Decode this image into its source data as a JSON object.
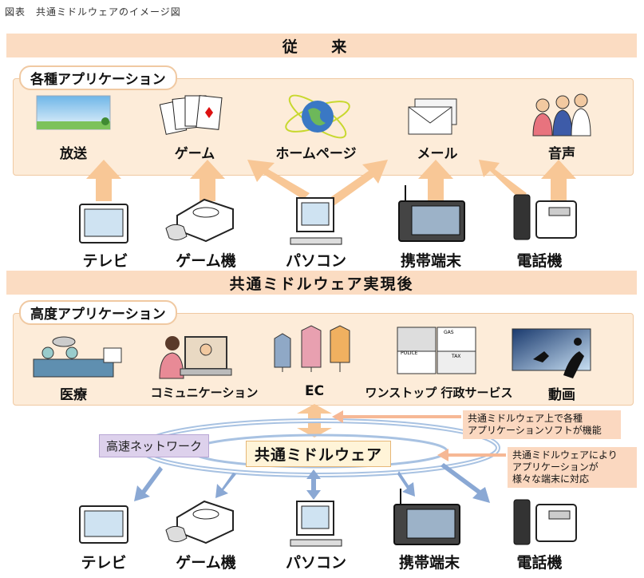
{
  "caption": "図表　共通ミドルウェアのイメージ図",
  "top": {
    "band": "従 来",
    "panel_label": "各種アプリケーション",
    "apps": [
      "放送",
      "ゲーム",
      "ホームページ",
      "メール",
      "音声"
    ],
    "devices": [
      "テレビ",
      "ゲーム機",
      "パソコン",
      "携帯端末",
      "電話機"
    ]
  },
  "bottom": {
    "band": "共通ミドルウェア実現後",
    "panel_label": "高度アプリケーション",
    "apps": [
      "医療",
      "コミュニケーション",
      "EC",
      "ワンストップ 行政サービス",
      "動画"
    ],
    "network_label": "高速ネットワーク",
    "middleware_label": "共通ミドルウェア",
    "note1": [
      "共通ミドルウェア上で各種",
      "アプリケーションソフトが機能"
    ],
    "note2": [
      "共通ミドルウェアにより",
      "アプリケーションが",
      "様々な端末に対応"
    ],
    "devices": [
      "テレビ",
      "ゲーム機",
      "パソコン",
      "携帯端末",
      "電話機"
    ]
  },
  "mini_text": {
    "police": "POLICE",
    "gas": "GAS",
    "tax": "TAX"
  },
  "colors": {
    "band": "#fbdcc2",
    "panel": "#fdecd9",
    "arrow": "#f8c796",
    "network": "#a8c2e2",
    "blue_arrow": "#8aa8d4",
    "note": "#fbd8c0",
    "net_label": "#ddd1ec"
  }
}
